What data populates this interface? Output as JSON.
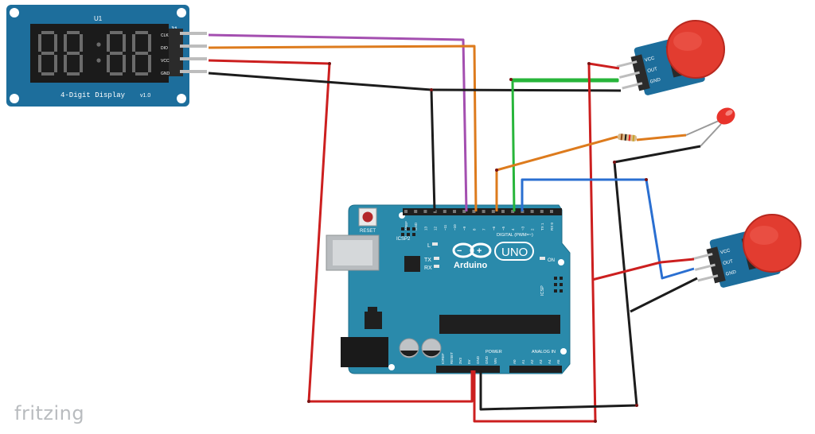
{
  "brand": {
    "text": "fritzing"
  },
  "display": {
    "board_label": "4-Digit Display",
    "version": "v1.0",
    "ref_u1": "U1",
    "ref_j1": "J1",
    "pin_labels": [
      "CLK",
      "DIO",
      "VCC",
      "GND"
    ]
  },
  "buttons": {
    "pin_labels": [
      "VCC",
      "OUT",
      "GND"
    ]
  },
  "arduino": {
    "logo": "Arduino",
    "model": "UNO",
    "reset_label": "RESET",
    "icsp2_label": "ICSP2",
    "icsp_label": "ICSP",
    "l_label": "L",
    "tx_label": "TX",
    "rx_label": "RX",
    "on_label": "ON",
    "digital_label": "DIGITAL (PWM=~)",
    "power_label": "POWER",
    "analog_label": "ANALOG IN",
    "digital_pins": [
      "AREF",
      "GND",
      "13",
      "12",
      "~11",
      "~10",
      "~9",
      "8",
      "7",
      "~6",
      "~5",
      "4",
      "~3",
      "2",
      "TX 1",
      "RX 0"
    ],
    "power_pins": [
      "IOREF",
      "RESET",
      "3V3",
      "5V",
      "GND",
      "GND",
      "VIN"
    ],
    "analog_pins": [
      "A0",
      "A1",
      "A2",
      "A3",
      "A4",
      "A5"
    ]
  },
  "colors": {
    "board_blue": "#1d6e9c",
    "pcb_teal": "#2a8aab",
    "button_red": "#e23c30",
    "wire_purple": "#a44fb0",
    "wire_orange": "#dd7b1d",
    "wire_red": "#cc1f1f",
    "wire_black": "#1c1c1c",
    "wire_green": "#27b53a",
    "wire_blue": "#2a6fd1"
  }
}
